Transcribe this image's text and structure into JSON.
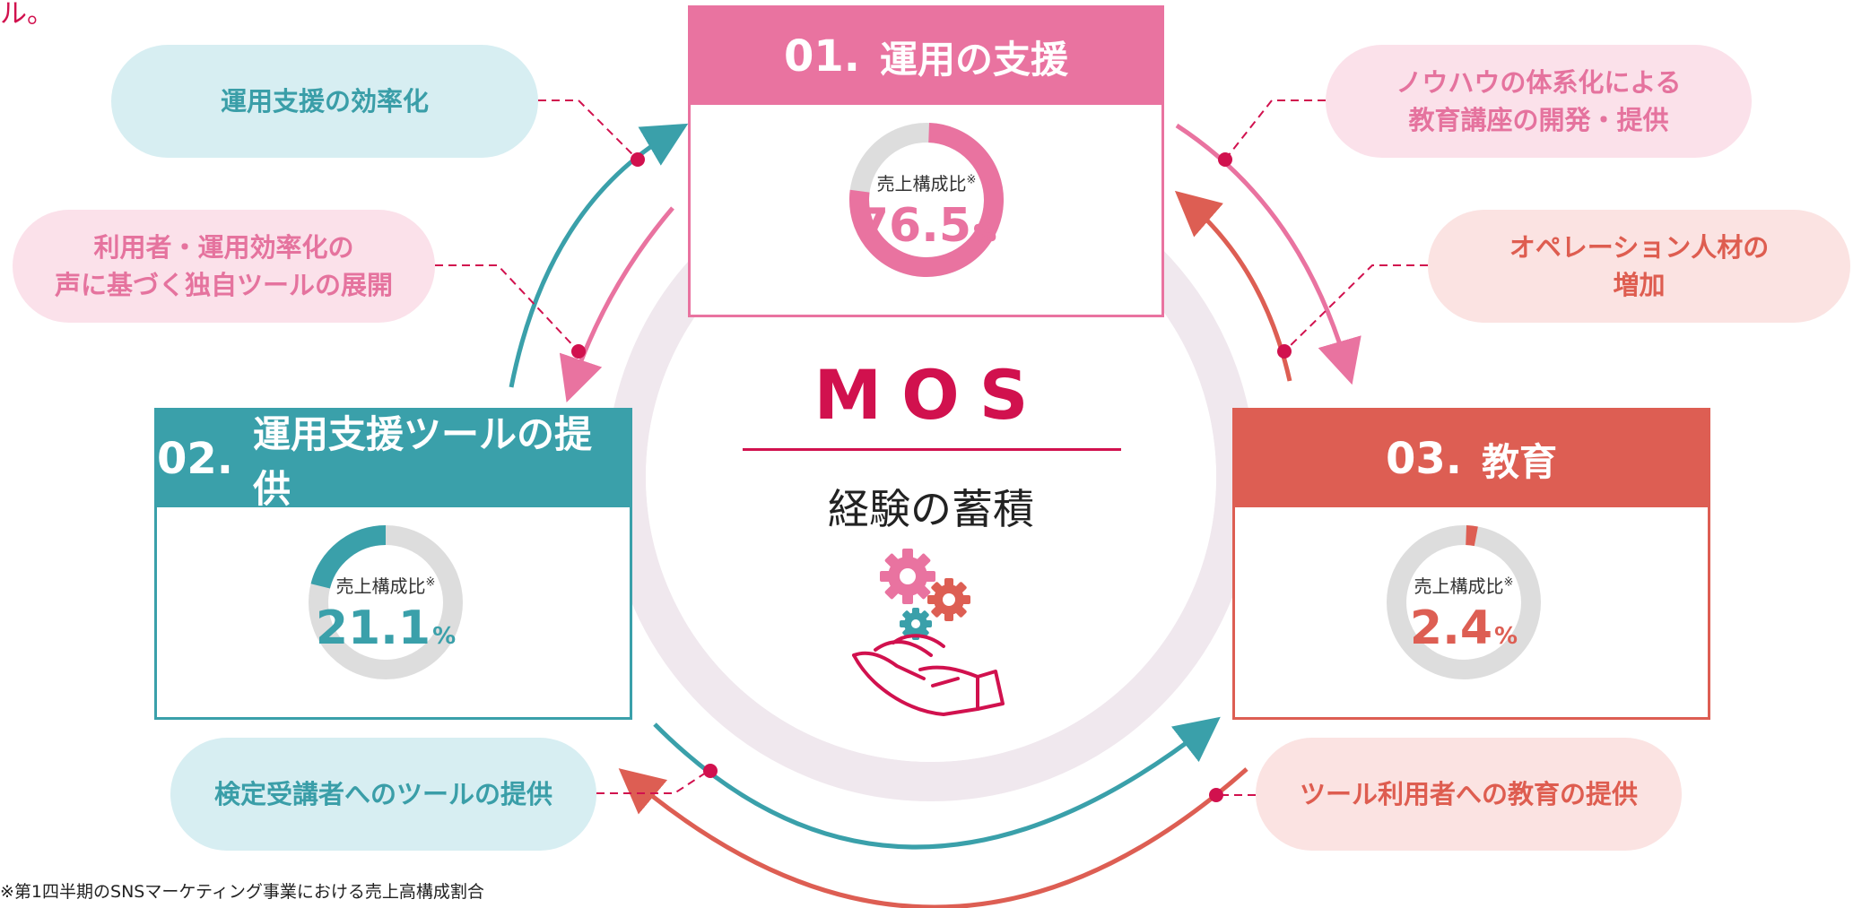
{
  "top_left_fragment": "ル。",
  "center": {
    "title": "MOS",
    "subtitle": "経験の蓄積",
    "icon": "gears-on-hand-icon"
  },
  "boxes": {
    "b01": {
      "num": "01.",
      "title": "運用の支援",
      "caption": "売上構成比",
      "mark": "※",
      "value": "76.5",
      "unit": "%",
      "share": 0.765,
      "color": "#e973a0"
    },
    "b02": {
      "num": "02.",
      "title": "運用支援ツールの提供",
      "caption": "売上構成比",
      "mark": "※",
      "value": "21.1",
      "unit": "%",
      "share": 0.211,
      "color": "#3aa0aa"
    },
    "b03": {
      "num": "03.",
      "title": "教育",
      "caption": "売上構成比",
      "mark": "※",
      "value": "2.4",
      "unit": "%",
      "share": 0.024,
      "color": "#dd5e53"
    }
  },
  "pills": {
    "efficiency": "運用支援の効率化",
    "own_tools_l1": "利用者・運用効率化の",
    "own_tools_l2": "声に基づく独自ツールの展開",
    "knowhow_l1": "ノウハウの体系化による",
    "knowhow_l2": "教育講座の開発・提供",
    "operations_l1": "オペレーション人材の",
    "operations_l2": "増加",
    "exam_tools": "検定受講者へのツールの提供",
    "tool_education": "ツール利用者への教育の提供"
  },
  "footnote": "※第1四半期のSNSマーケティング事業における売上高構成割合",
  "colors": {
    "pink": "#e973a0",
    "teal": "#3aa0aa",
    "coral": "#dd5e53",
    "crimson": "#d1114e",
    "donut_track": "#dddddd",
    "ring": "#f0e8ee"
  }
}
